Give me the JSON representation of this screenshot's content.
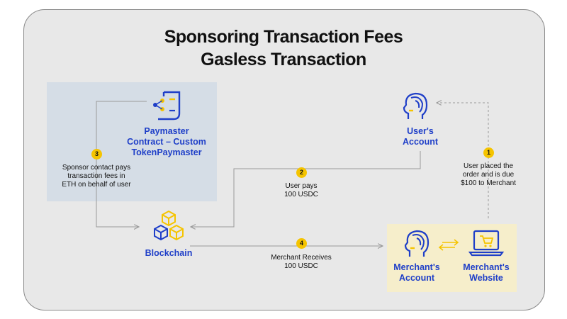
{
  "title": {
    "line1": "Sponsoring Transaction Fees",
    "line2": "Gasless Transaction"
  },
  "nodes": {
    "paymaster": {
      "line1": "Paymaster",
      "line2": "Contract – Custom",
      "line3": "TokenPaymaster",
      "icon": "smart-contract-icon"
    },
    "user": {
      "line1": "User's",
      "line2": "Account",
      "icon": "user-head-icon"
    },
    "blockchain": {
      "label": "Blockchain",
      "icon": "blockchain-cubes-icon"
    },
    "merchant_account": {
      "line1": "Merchant's",
      "line2": "Account",
      "icon": "user-head-icon"
    },
    "merchant_website": {
      "line1": "Merchant's",
      "line2": "Website",
      "icon": "laptop-cart-icon"
    }
  },
  "steps": [
    {
      "number": "1",
      "line1": "User placed the",
      "line2": "order and is due",
      "line3": "$100 to Merchant"
    },
    {
      "number": "2",
      "line1": "User pays",
      "line2": "100 USDC"
    },
    {
      "number": "3",
      "line1": "Sponsor contact pays",
      "line2": "transaction fees in",
      "line3": "ETH on behalf of user"
    },
    {
      "number": "4",
      "line1": "Merchant Receives",
      "line2": "100 USDC"
    }
  ],
  "colors": {
    "accent_blue": "#1f3fc8",
    "accent_yellow": "#f5c400",
    "panel_blue": "#d5dde6",
    "panel_yellow": "#f6eecb",
    "line": "#9a9a9a"
  }
}
